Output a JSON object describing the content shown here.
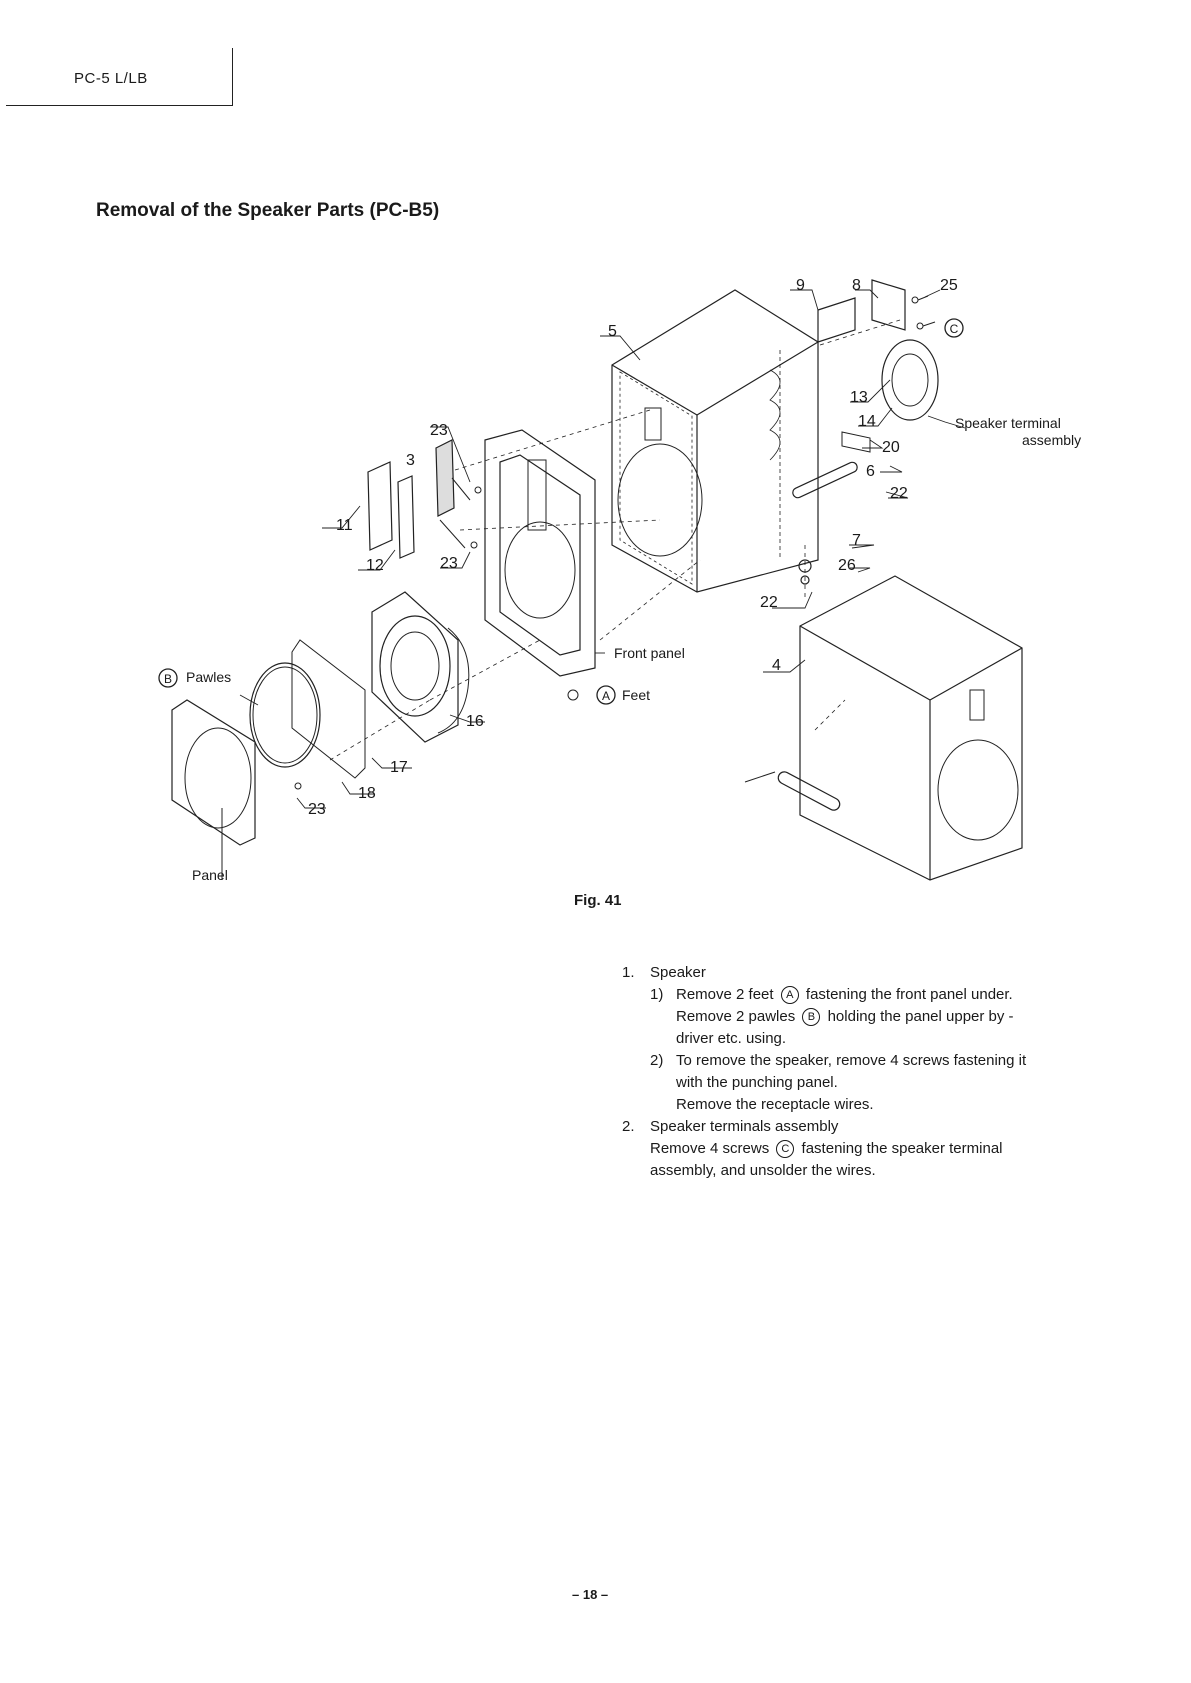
{
  "header": {
    "model_code": "PC-5 L/LB"
  },
  "section_title": "Removal of the Speaker Parts (PC-B5)",
  "figure": {
    "caption": "Fig. 41",
    "callouts": {
      "c9": "9",
      "c8": "8",
      "c25": "25",
      "c5": "5",
      "c13": "13",
      "c14": "14",
      "c20": "20",
      "c6": "6",
      "c22a": "22",
      "c7": "7",
      "c26": "26",
      "c22b": "22",
      "c23a": "23",
      "c3": "3",
      "c11": "11",
      "c12": "12",
      "c23b": "23",
      "c4": "4",
      "c16": "16",
      "c17": "17",
      "c18": "18",
      "c23c": "23"
    },
    "labels": {
      "speaker_terminal_1": "Speaker terminal",
      "speaker_terminal_2": "assembly",
      "front_panel": "Front panel",
      "feet": "Feet",
      "pawles": "Pawles",
      "panel": "Panel",
      "mark_a": "A",
      "mark_b": "B",
      "mark_c": "C"
    }
  },
  "instructions": {
    "s1_num": "1.",
    "s1_title": "Speaker",
    "s1_1_num": "1)",
    "s1_1_a": "Remove 2 feet",
    "s1_1_b": "fastening the front panel under.",
    "s1_1_c": "Remove 2 pawles",
    "s1_1_d": "holding the panel upper by -",
    "s1_1_e": "driver etc. using.",
    "s1_2_num": "2)",
    "s1_2_a": "To remove the speaker, remove 4 screws fastening it",
    "s1_2_b": "with the punching panel.",
    "s1_2_c": "Remove the receptacle wires.",
    "s2_num": "2.",
    "s2_title": "Speaker terminals assembly",
    "s2_a": "Remove 4 screws",
    "s2_b": "fastening the speaker terminal",
    "s2_c": "assembly, and unsolder the wires.",
    "mark_a": "A",
    "mark_b": "B",
    "mark_c": "C"
  },
  "page_number": "– 18 –"
}
